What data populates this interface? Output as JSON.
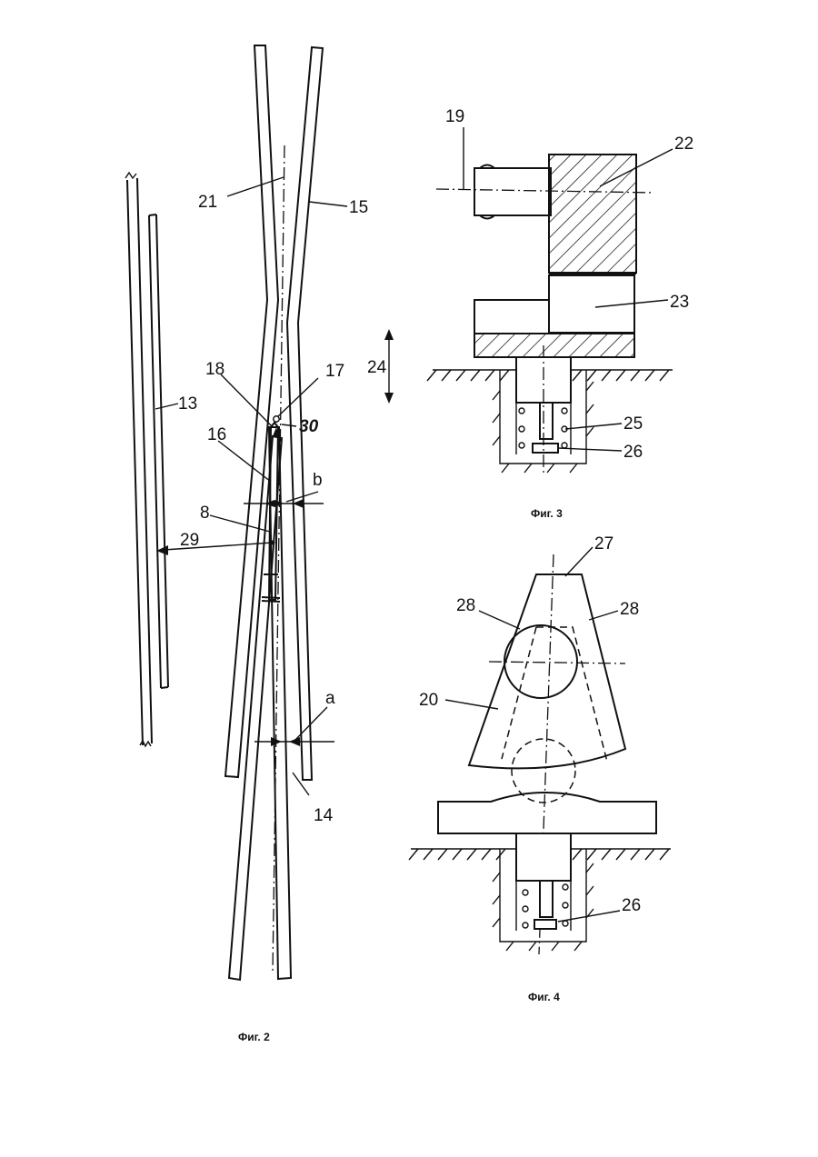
{
  "fig2": {
    "caption": "Фиг. 2",
    "labels": {
      "l21": "21",
      "l15": "15",
      "l13": "13",
      "l18": "18",
      "l17": "17",
      "l30": "30",
      "l16": "16",
      "lb": "b",
      "l8": "8",
      "l29": "29",
      "la": "a",
      "l14": "14",
      "l24": "24"
    }
  },
  "fig3": {
    "caption": "Фиг. 3",
    "labels": {
      "l19": "19",
      "l22": "22",
      "l23": "23",
      "l25": "25",
      "l26": "26"
    }
  },
  "fig4": {
    "caption": "Фиг. 4",
    "labels": {
      "l27": "27",
      "l28a": "28",
      "l28b": "28",
      "l20": "20",
      "l26": "26"
    }
  }
}
